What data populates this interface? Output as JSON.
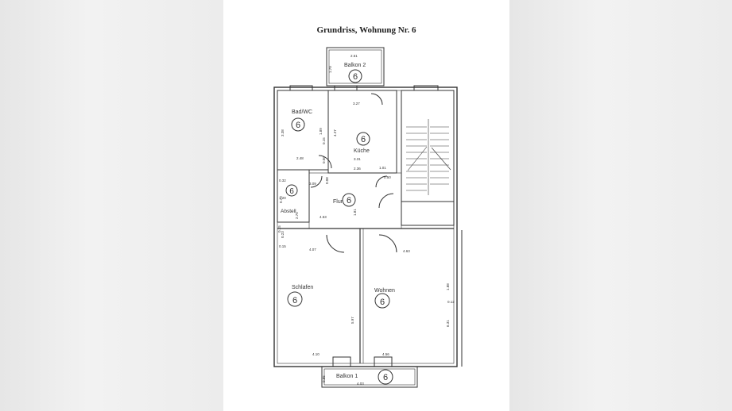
{
  "title": "Grundriss, Wohnung Nr. 6",
  "rooms": [
    {
      "name": "Balkon 2",
      "badge": "6"
    },
    {
      "name": "Bad/WC",
      "badge": "6"
    },
    {
      "name": "Küche",
      "badge": "6"
    },
    {
      "name": "",
      "badge": "6"
    },
    {
      "name": "Abstell",
      "badge": ""
    },
    {
      "name": "Flur",
      "badge": "6"
    },
    {
      "name": "Schlafen",
      "badge": "6"
    },
    {
      "name": "Wohnen",
      "badge": "6"
    },
    {
      "name": "Balkon 1",
      "badge": "6"
    }
  ],
  "dimensions": [
    "2.51",
    "1.70",
    "3.27",
    "3.38",
    "1.89",
    "0.15",
    "4.27",
    "3.31",
    "2.36",
    "1.01",
    "0.50",
    "2.48",
    "0.06",
    "0.08",
    "3.09",
    "0.73",
    "1.81",
    "4.53",
    "2.75",
    "0.32",
    "1.20",
    "0.15",
    "0.23",
    "0.15",
    "4.07",
    "4.63",
    "5.97",
    "4.10",
    "4.56",
    "1.88",
    "0.12",
    "6.31",
    "0.85",
    "4.03"
  ],
  "colors": {
    "ink": "#333333",
    "paper": "#ffffff",
    "backdrop": "#e9e9e9"
  }
}
